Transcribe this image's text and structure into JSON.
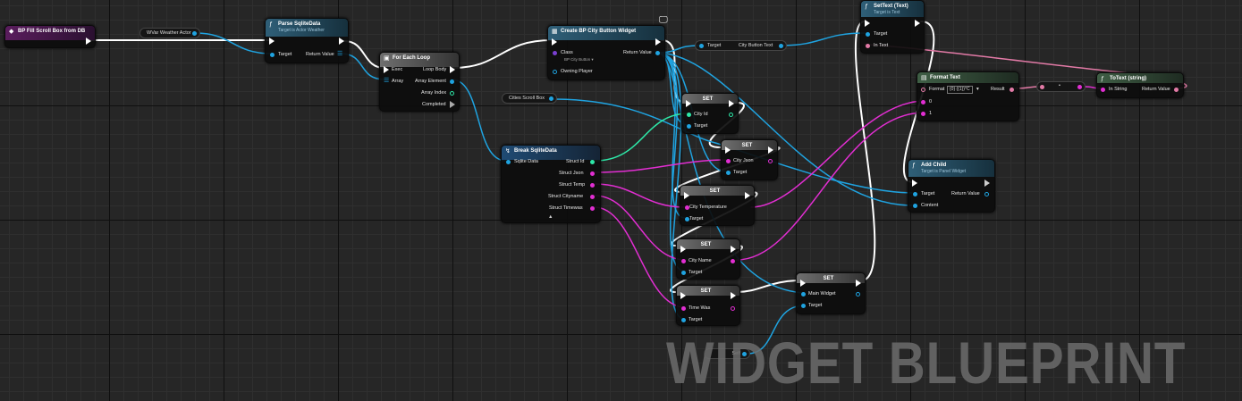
{
  "colors": {
    "exec": "#ffffff",
    "object": "#1fa3e0",
    "struct": "#1fa3e0",
    "string": "#e22ed2",
    "text": "#e27aa6",
    "integer": "#2ee8a8",
    "background": "#262626"
  },
  "event_node": {
    "title": "BP Fill Scroll Box from DB"
  },
  "wvar_ref": {
    "label": "WVar Weather Actor"
  },
  "parse_node": {
    "title": "Parse SqliteData",
    "subtitle": "Target is Actor Weather",
    "pin_target": "Target",
    "pin_return": "Return Value"
  },
  "foreach_node": {
    "title": "For Each Loop",
    "pin_exec": "Exec",
    "pin_array": "Array",
    "pin_loopbody": "Loop Body",
    "pin_element": "Array Element",
    "pin_index": "Array Index",
    "pin_completed": "Completed"
  },
  "cities_ref": {
    "label": "Cities Scroll Box"
  },
  "break_node": {
    "title": "Break SqliteData",
    "pin_in": "Sqlite Data",
    "pin_id": "Struct Id",
    "pin_json": "Struct Json",
    "pin_temp": "Struct Temp",
    "pin_cityname": "Struct Cityname",
    "pin_timewas": "Struct Timewas"
  },
  "create_node": {
    "title": "Create BP City Button Widget",
    "pin_class": "Class",
    "class_value": "BP City Button ▾",
    "pin_owning": "Owning Player",
    "pin_return": "Return Value"
  },
  "city_button_var": {
    "target": "Target",
    "label": "City Button Text"
  },
  "settext_node": {
    "title": "SetText (Text)",
    "subtitle": "Target is Text",
    "pin_target": "Target",
    "pin_intext": "In Text"
  },
  "format_node": {
    "title": "Format Text",
    "pin_format": "Format",
    "format_value": "{0} ({1})°C",
    "pin_0": "0",
    "pin_1": "1",
    "pin_result": "Result"
  },
  "totext_node": {
    "title": "ToText (string)",
    "pin_in": "In String",
    "pin_return": "Return Value"
  },
  "addchild_node": {
    "title": "Add Child",
    "subtitle": "Target is Panel Widget",
    "pin_target": "Target",
    "pin_content": "Content",
    "pin_return": "Return Value"
  },
  "set_nodes": [
    {
      "title": "SET",
      "pin_var": "City Id",
      "pin_target": "Target"
    },
    {
      "title": "SET",
      "pin_var": "City Json",
      "pin_target": "Target"
    },
    {
      "title": "SET",
      "pin_var": "City Temperature",
      "pin_target": "Target"
    },
    {
      "title": "SET",
      "pin_var": "City Name",
      "pin_target": "Target"
    },
    {
      "title": "SET",
      "pin_var": "Time Was",
      "pin_target": "Target"
    },
    {
      "title": "SET",
      "pin_var": "Main Widget",
      "pin_target": "Target"
    }
  ],
  "self_ref": {
    "label": "Self"
  },
  "watermark": "WIDGET BLUEPRINT"
}
